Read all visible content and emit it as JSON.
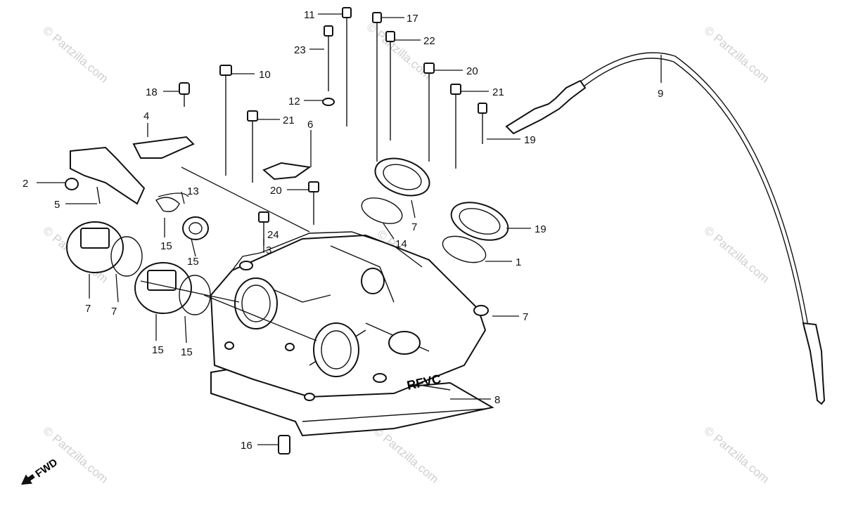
{
  "watermark": "© Partzilla.com",
  "direction_marker": "FWD",
  "engraving": "RFVC",
  "callouts": [
    {
      "id": "c11",
      "label": "11"
    },
    {
      "id": "c17",
      "label": "17"
    },
    {
      "id": "c22",
      "label": "22"
    },
    {
      "id": "c23",
      "label": "23"
    },
    {
      "id": "c10",
      "label": "10"
    },
    {
      "id": "c20a",
      "label": "20"
    },
    {
      "id": "c21a",
      "label": "21"
    },
    {
      "id": "c18",
      "label": "18"
    },
    {
      "id": "c12",
      "label": "12"
    },
    {
      "id": "c9",
      "label": "9"
    },
    {
      "id": "c4",
      "label": "4"
    },
    {
      "id": "c21b",
      "label": "21"
    },
    {
      "id": "c6",
      "label": "6"
    },
    {
      "id": "c19a",
      "label": "19"
    },
    {
      "id": "c2",
      "label": "2"
    },
    {
      "id": "c20b",
      "label": "20"
    },
    {
      "id": "c13",
      "label": "13"
    },
    {
      "id": "c5",
      "label": "5"
    },
    {
      "id": "c7a",
      "label": "7"
    },
    {
      "id": "c7b",
      "label": "7"
    },
    {
      "id": "c19b",
      "label": "19"
    },
    {
      "id": "c24",
      "label": "24"
    },
    {
      "id": "c3",
      "label": "3"
    },
    {
      "id": "c15a",
      "label": "15"
    },
    {
      "id": "c14",
      "label": "14"
    },
    {
      "id": "c15b",
      "label": "15"
    },
    {
      "id": "c7c",
      "label": "7"
    },
    {
      "id": "c15c",
      "label": "15"
    },
    {
      "id": "c1",
      "label": "1"
    },
    {
      "id": "c7d",
      "label": "7"
    },
    {
      "id": "c15d",
      "label": "15"
    },
    {
      "id": "c8",
      "label": "8"
    },
    {
      "id": "c16",
      "label": "16"
    }
  ]
}
